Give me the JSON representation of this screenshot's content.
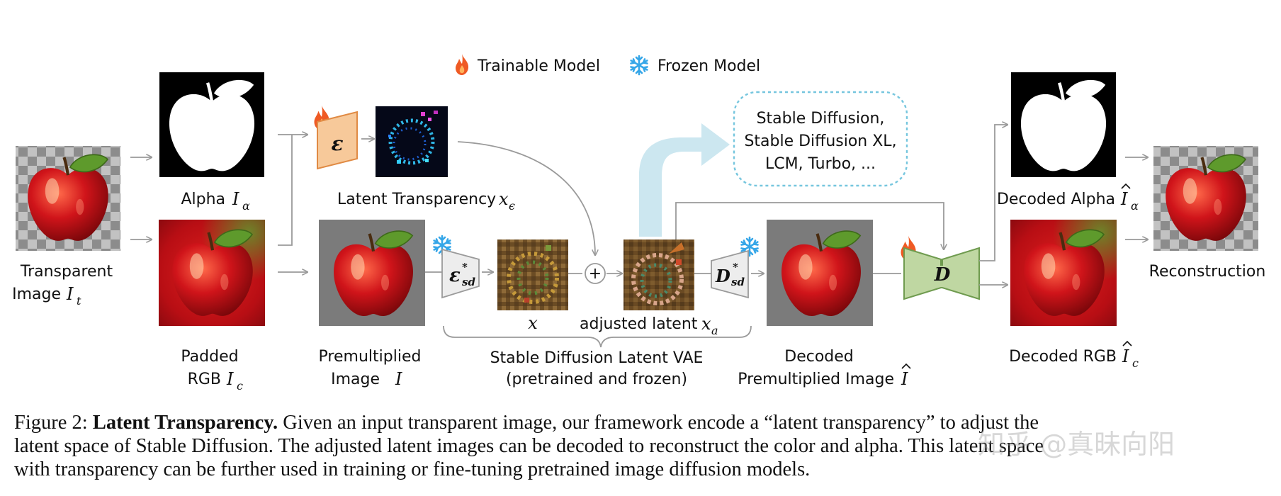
{
  "legend": {
    "trainable": "Trainable Model",
    "frozen": "Frozen Model"
  },
  "labels": {
    "transparent_1": "Transparent",
    "transparent_2": "Image",
    "alpha": "Alpha",
    "padded_1": "Padded",
    "padded_2": "RGB",
    "latent_transparency": "Latent Transparency",
    "premult_1": "Premultiplied",
    "premult_2": "Image",
    "adjusted_latent": "adjusted latent",
    "vae_1": "Stable Diffusion Latent VAE",
    "vae_2": "(pretrained and frozen)",
    "decoded_premult_1": "Decoded",
    "decoded_premult_2": "Premultiplied Image",
    "decoded_alpha": "Decoded Alpha",
    "decoded_rgb": "Decoded RGB",
    "reconstruction": "Reconstruction"
  },
  "models_box": {
    "line1": "Stable Diffusion,",
    "line2": "Stable Diffusion XL,",
    "line3": "LCM, Turbo, ..."
  },
  "symbols": {
    "encoder": "ε",
    "encoder_sd": "ε",
    "decoder_sd": "D",
    "decoder": "D",
    "sd_sub": "sd",
    "star": "*",
    "plus": "+",
    "I": "I",
    "I_t_sub": "t",
    "alpha_sub": "α",
    "I_c_sub": "c",
    "x": "x",
    "x_eps_sub": "ϵ",
    "x_a_sub": "a"
  },
  "caption": {
    "prefix": "Figure 2: ",
    "title": "Latent Transparency.",
    "text1": " Given an input transparent image, our framework encode a “latent transparency” to adjust the",
    "text2": "latent space of Stable Diffusion. The adjusted latent images can be decoded to reconstruct the color and alpha. This latent space",
    "text3": "with transparency can be further used in training or fine-tuning pretrained image diffusion models."
  },
  "watermark": "知乎 @真昧向阳",
  "colors": {
    "encoder_fill": "#f7c99a",
    "encoder_stroke": "#e08a43",
    "decoder_fill": "#bfd7a2",
    "decoder_stroke": "#6f9b4f",
    "frozen_fill": "#ededed",
    "flame": "#ef5a24",
    "snow": "#35a6e8",
    "models_box_stroke": "#76c6de",
    "big_arrow": "#c6e4ee",
    "apple_red": "#c8141a",
    "leaf": "#5e9a2c"
  }
}
